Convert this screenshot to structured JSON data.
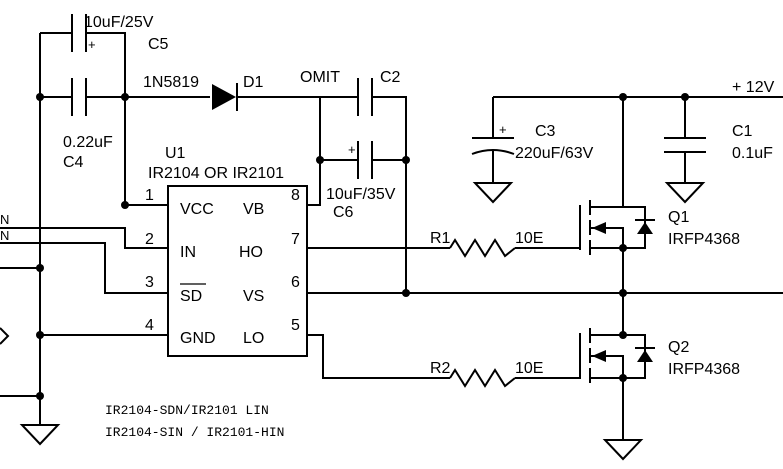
{
  "components": {
    "c5": {
      "ref": "C5",
      "value": "10uF/25V",
      "polarity": "+"
    },
    "c4": {
      "ref": "C4",
      "value": "0.22uF"
    },
    "d1": {
      "ref": "D1",
      "part": "1N5819"
    },
    "c2": {
      "ref": "C2",
      "value": "OMIT"
    },
    "c6": {
      "ref": "C6",
      "value": "10uF/35V",
      "polarity": "+"
    },
    "c3": {
      "ref": "C3",
      "value": "220uF/63V",
      "polarity": "+"
    },
    "c1": {
      "ref": "C1",
      "value": "0.1uF"
    },
    "u1": {
      "ref": "U1",
      "part": "IR2104 OR IR2101"
    },
    "r1": {
      "ref": "R1",
      "value": "10E"
    },
    "r2": {
      "ref": "R2",
      "value": "10E"
    },
    "q1": {
      "ref": "Q1",
      "part": "IRFP4368"
    },
    "q2": {
      "ref": "Q2",
      "part": "IRFP4368"
    }
  },
  "pins": [
    {
      "num": "1",
      "name": "VCC"
    },
    {
      "num": "2",
      "name": "IN"
    },
    {
      "num": "3",
      "name": "SD"
    },
    {
      "num": "4",
      "name": "GND"
    },
    {
      "num": "8",
      "name": "VB"
    },
    {
      "num": "7",
      "name": "HO"
    },
    {
      "num": "6",
      "name": "VS"
    },
    {
      "num": "5",
      "name": "LO"
    }
  ],
  "supply_label": "+ 12V",
  "left_net_fragments": [
    "N",
    "N"
  ],
  "notes": [
    "IR2104-SDN/IR2101 LIN",
    "IR2104-SIN / IR2101-HIN"
  ]
}
